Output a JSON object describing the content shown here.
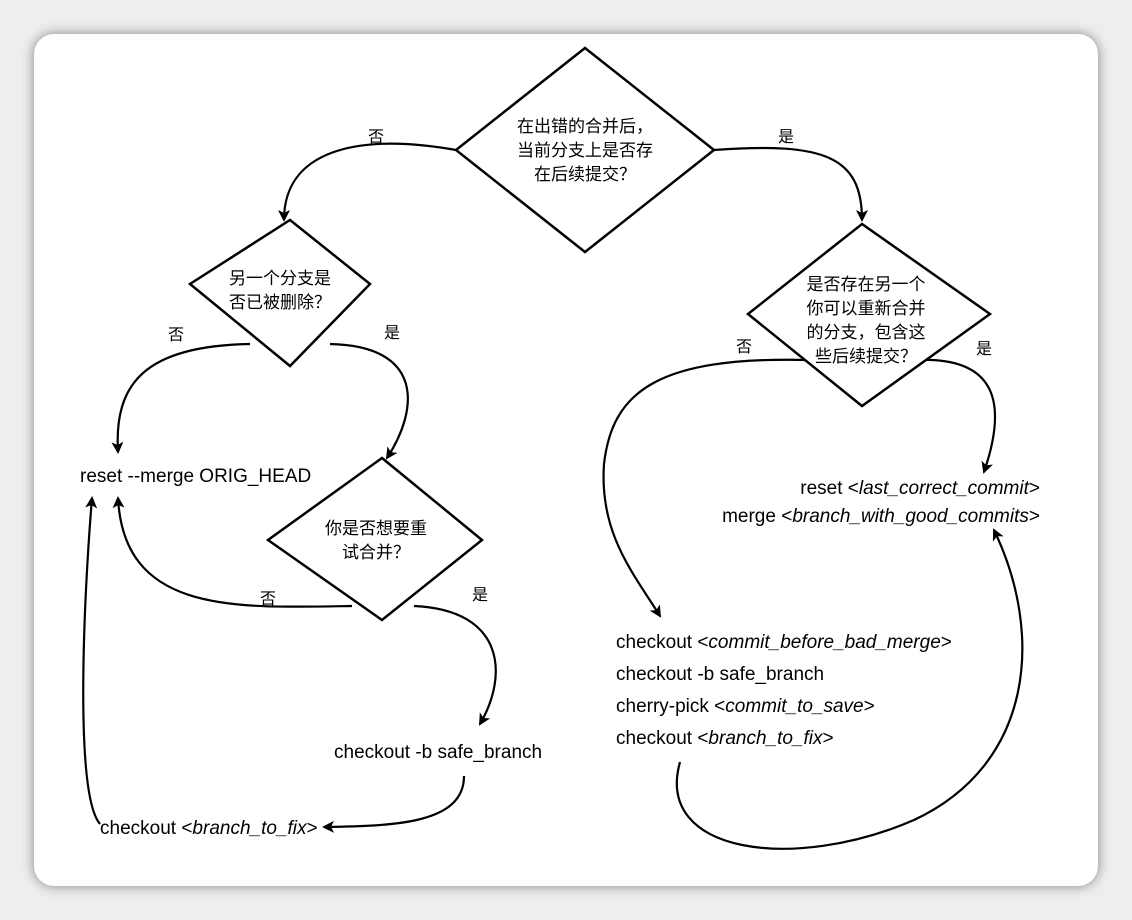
{
  "decisions": {
    "d1": [
      "在出错的合并后，",
      "当前分支上是否存",
      "在后续提交？"
    ],
    "d2": [
      "另一个分支是",
      "否已被删除？"
    ],
    "d3": [
      "你是否想要重",
      "试合并？"
    ],
    "d4": [
      "是否存在另一个",
      "你可以重新合并",
      "的分支，包含这",
      "些后续提交？"
    ]
  },
  "labels": {
    "d1_no": "否",
    "d1_yes": "是",
    "d2_no": "否",
    "d2_yes": "是",
    "d3_no": "否",
    "d3_yes": "是",
    "d4_no": "否",
    "d4_yes": "是"
  },
  "commands": {
    "reset_merge": "reset --merge ORIG_HEAD",
    "checkout_safe_left": "checkout -b safe_branch",
    "checkout_fix_left": {
      "prefix": "checkout <",
      "arg": "branch_to_fix",
      "suffix": ">"
    },
    "reset_last": {
      "prefix": "reset <",
      "arg": "last_correct_commit",
      "suffix": ">"
    },
    "merge_good": {
      "prefix": "merge <",
      "arg": "branch_with_good_commits",
      "suffix": ">"
    },
    "checkout_before": {
      "prefix": "checkout <",
      "arg": "commit_before_bad_merge",
      "suffix": ">"
    },
    "checkout_safe_right": "checkout -b safe_branch",
    "cherry_pick": {
      "prefix": "cherry-pick <",
      "arg": "commit_to_save",
      "suffix": ">"
    },
    "checkout_fix_right": {
      "prefix": "checkout <",
      "arg": "branch_to_fix",
      "suffix": ">"
    }
  }
}
